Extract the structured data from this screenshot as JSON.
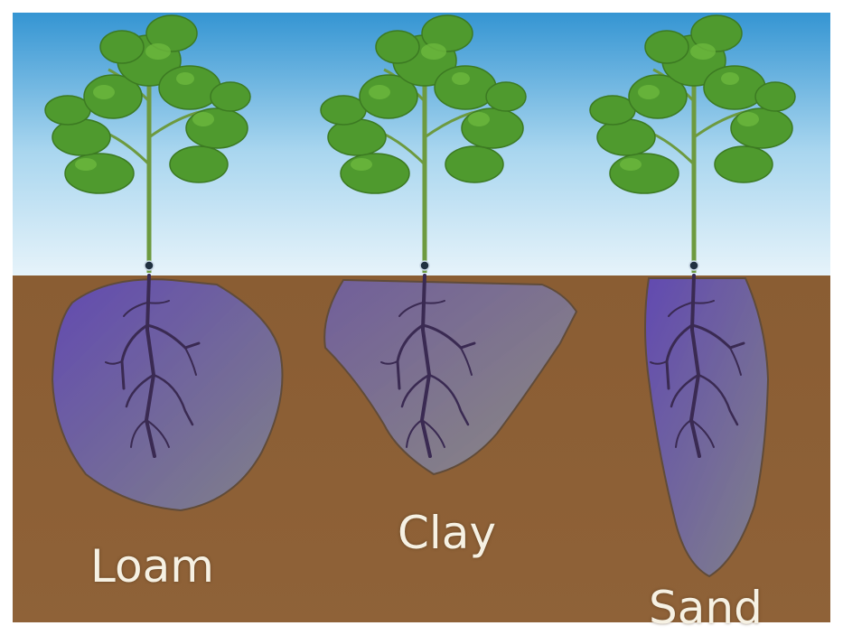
{
  "soil_panels": [
    {
      "key": "loam",
      "label": "Loam"
    },
    {
      "key": "clay",
      "label": "Clay"
    },
    {
      "key": "sand",
      "label": "Sand"
    }
  ],
  "colors": {
    "sky_top": "#2a8fd0",
    "sky_bottom": "#e6f3fa",
    "soil": "#8c5f35",
    "water_zone": "#6a5bd0",
    "root": "#3a2a52",
    "leaf": "#4f9a2e",
    "stem": "#6d9a3f",
    "label_text": "#f6f1e3"
  }
}
